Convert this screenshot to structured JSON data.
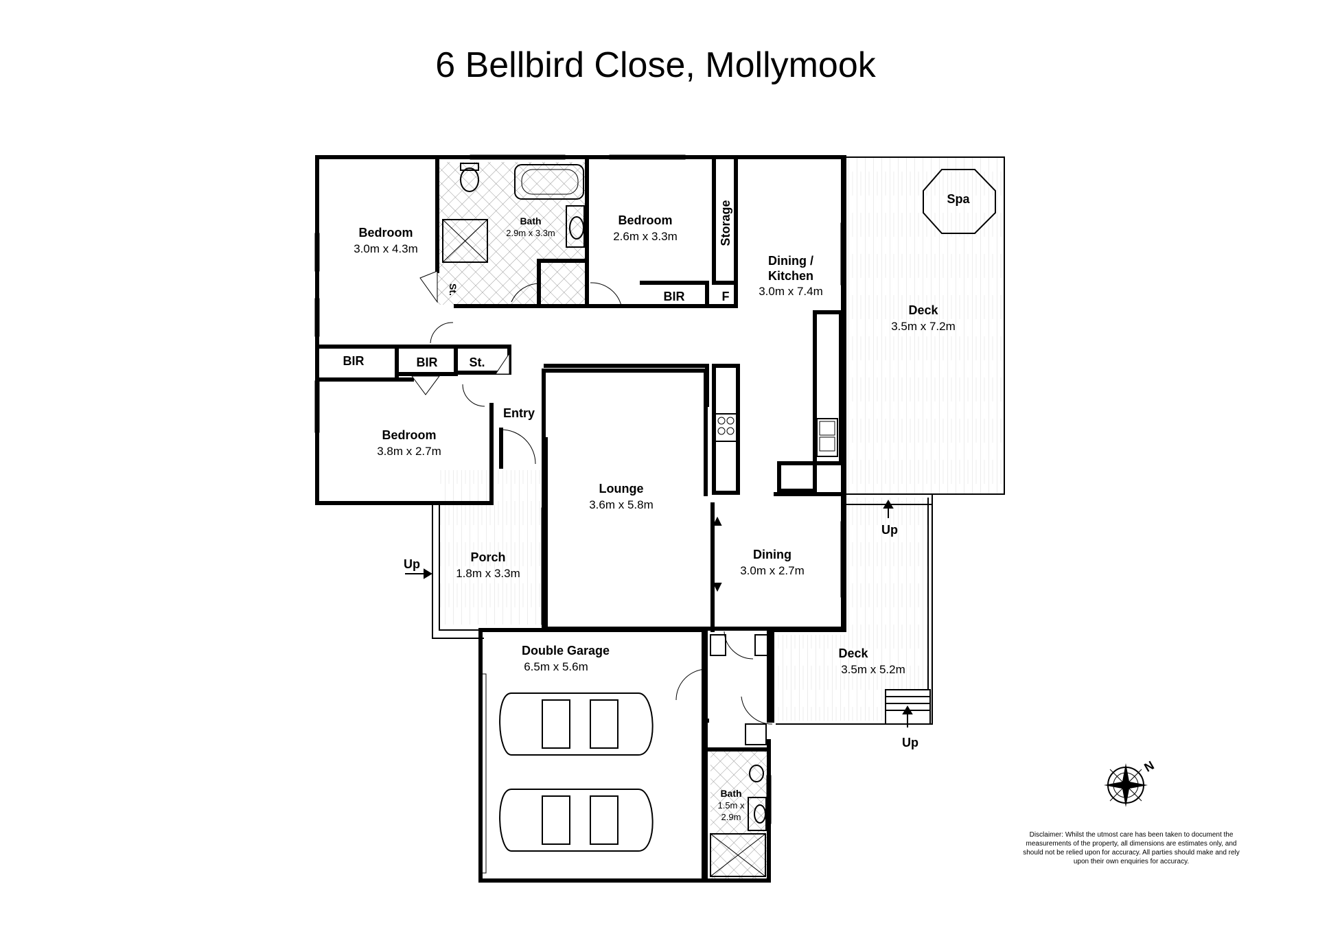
{
  "title": "6 Bellbird Close, Mollymook",
  "rooms": {
    "bedroom1": {
      "name": "Bedroom",
      "dims": "3.0m x 4.3m"
    },
    "bath1": {
      "name": "Bath",
      "dims": "2.9m x 3.3m"
    },
    "bedroom2": {
      "name": "Bedroom",
      "dims": "2.6m x 3.3m"
    },
    "storage": {
      "name": "Storage"
    },
    "dining_kitchen": {
      "name_line1": "Dining /",
      "name_line2": "Kitchen",
      "dims": "3.0m x 7.4m"
    },
    "deck1": {
      "name": "Deck",
      "dims": "3.5m x 7.2m"
    },
    "spa": {
      "name": "Spa"
    },
    "bir_top": {
      "name": "BIR"
    },
    "fridge": {
      "name": "F"
    },
    "st_top": {
      "name": "St."
    },
    "bir_left": {
      "name": "BIR"
    },
    "bir_mid": {
      "name": "BIR"
    },
    "st_mid": {
      "name": "St."
    },
    "entry": {
      "name": "Entry"
    },
    "bedroom3": {
      "name": "Bedroom",
      "dims": "3.8m x 2.7m"
    },
    "lounge": {
      "name": "Lounge",
      "dims": "3.6m x 5.8m"
    },
    "porch": {
      "name": "Porch",
      "dims": "1.8m x 3.3m"
    },
    "dining": {
      "name": "Dining",
      "dims": "3.0m x 2.7m"
    },
    "garage": {
      "name": "Double Garage",
      "dims": "6.5m x 5.6m"
    },
    "deck2": {
      "name": "Deck",
      "dims": "3.5m x 5.2m"
    },
    "bath2": {
      "name": "Bath",
      "dims_line1": "1.5m x",
      "dims_line2": "2.9m"
    }
  },
  "markers": {
    "up_porch": "Up",
    "up_deck_top": "Up",
    "up_deck_bottom": "Up"
  },
  "compass": {
    "label": "N"
  },
  "disclaimer": [
    "Disclaimer: Whilst the utmost care has been taken to document the",
    "measurements of the property, all dimensions are estimates only, and",
    "should not be relied upon for accuracy.  All parties should make and rely",
    "upon their own enquiries for accuracy."
  ]
}
